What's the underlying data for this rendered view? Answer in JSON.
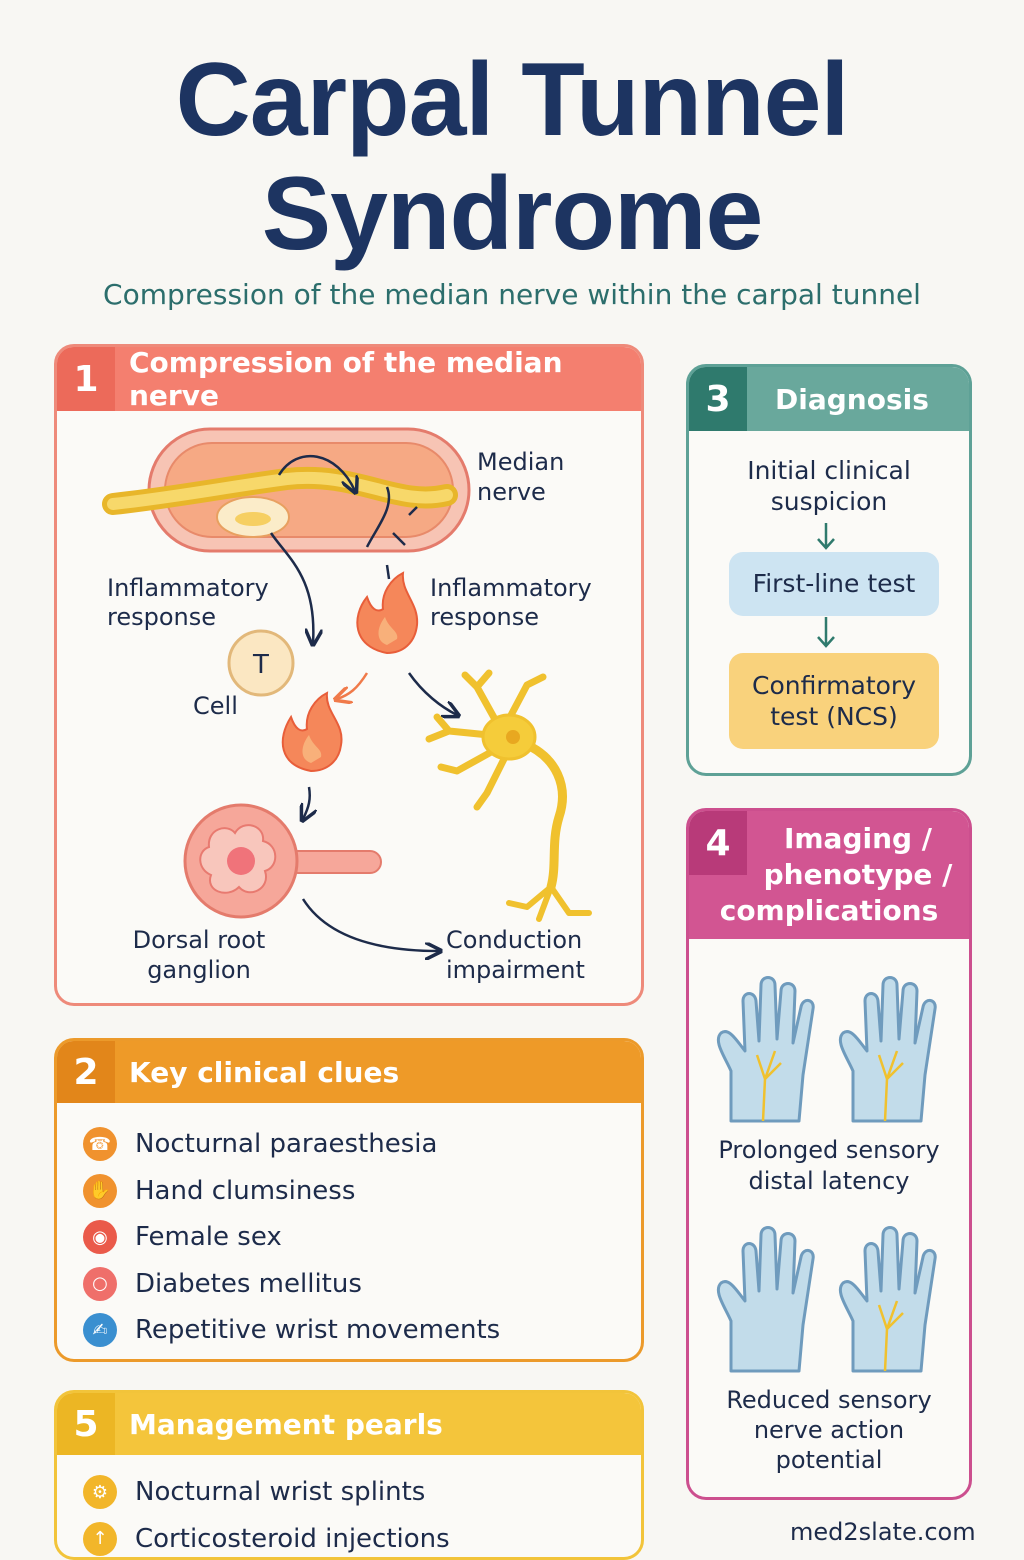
{
  "header": {
    "title_line1": "Carpal Tunnel",
    "title_line2": "Syndrome",
    "subtitle": "Compression of the median nerve within the carpal tunnel"
  },
  "colors": {
    "panel1": "#f47f6f",
    "panel2": "#ee9a28",
    "panel3": "#69a89c",
    "panel4": "#d25592",
    "panel5": "#f4c53b",
    "nerve": "#f5c93a"
  },
  "panel1": {
    "number": "1",
    "title": "Compression of the median nerve",
    "labels": {
      "median_nerve_1": "Median",
      "median_nerve_2": "nerve",
      "inflam_left_1": "Inflammatory",
      "inflam_left_2": "response",
      "inflam_right_1": "Inflammatory",
      "inflam_right_2": "response",
      "t_cell_letter": "T",
      "cell": "Cell",
      "drg_1": "Dorsal root",
      "drg_2": "ganglion",
      "conduction_1": "Conduction",
      "conduction_2": "impairment"
    }
  },
  "panel2": {
    "number": "2",
    "title": "Key clinical clues",
    "items": [
      {
        "label": "Nocturnal paraesthesia",
        "icon": "phone-icon",
        "color": "#f0922e"
      },
      {
        "label": "Hand clumsiness",
        "icon": "hand-icon",
        "color": "#f0922e"
      },
      {
        "label": "Female sex",
        "icon": "pin-icon",
        "color": "#ea5a4a"
      },
      {
        "label": "Diabetes mellitus",
        "icon": "search-icon",
        "color": "#ef6f6a"
      },
      {
        "label": "Repetitive wrist movements",
        "icon": "wrist-icon",
        "color": "#3a8fd0"
      }
    ]
  },
  "panel3": {
    "number": "3",
    "title": "Diagnosis",
    "step1_a": "Initial clinical",
    "step1_b": "suspicion",
    "step2": "First-line test",
    "step3_a": "Confirmatory",
    "step3_b": "test (NCS)"
  },
  "panel4": {
    "number": "4",
    "title_1": "Imaging /",
    "title_2": "phenotype /",
    "title_3": "complications",
    "caption1_a": "Prolonged sensory",
    "caption1_b": "distal latency",
    "caption2_a": "Reduced sensory",
    "caption2_b": "nerve action",
    "caption2_c": "potential"
  },
  "panel5": {
    "number": "5",
    "title": "Management pearls",
    "items": [
      {
        "label": "Nocturnal wrist splints",
        "icon": "splint-icon",
        "color": "#f2b62a"
      },
      {
        "label": "Corticosteroid injections",
        "icon": "injection-icon",
        "color": "#f2b62a"
      }
    ]
  },
  "footer": {
    "text": "med2slate.com"
  }
}
